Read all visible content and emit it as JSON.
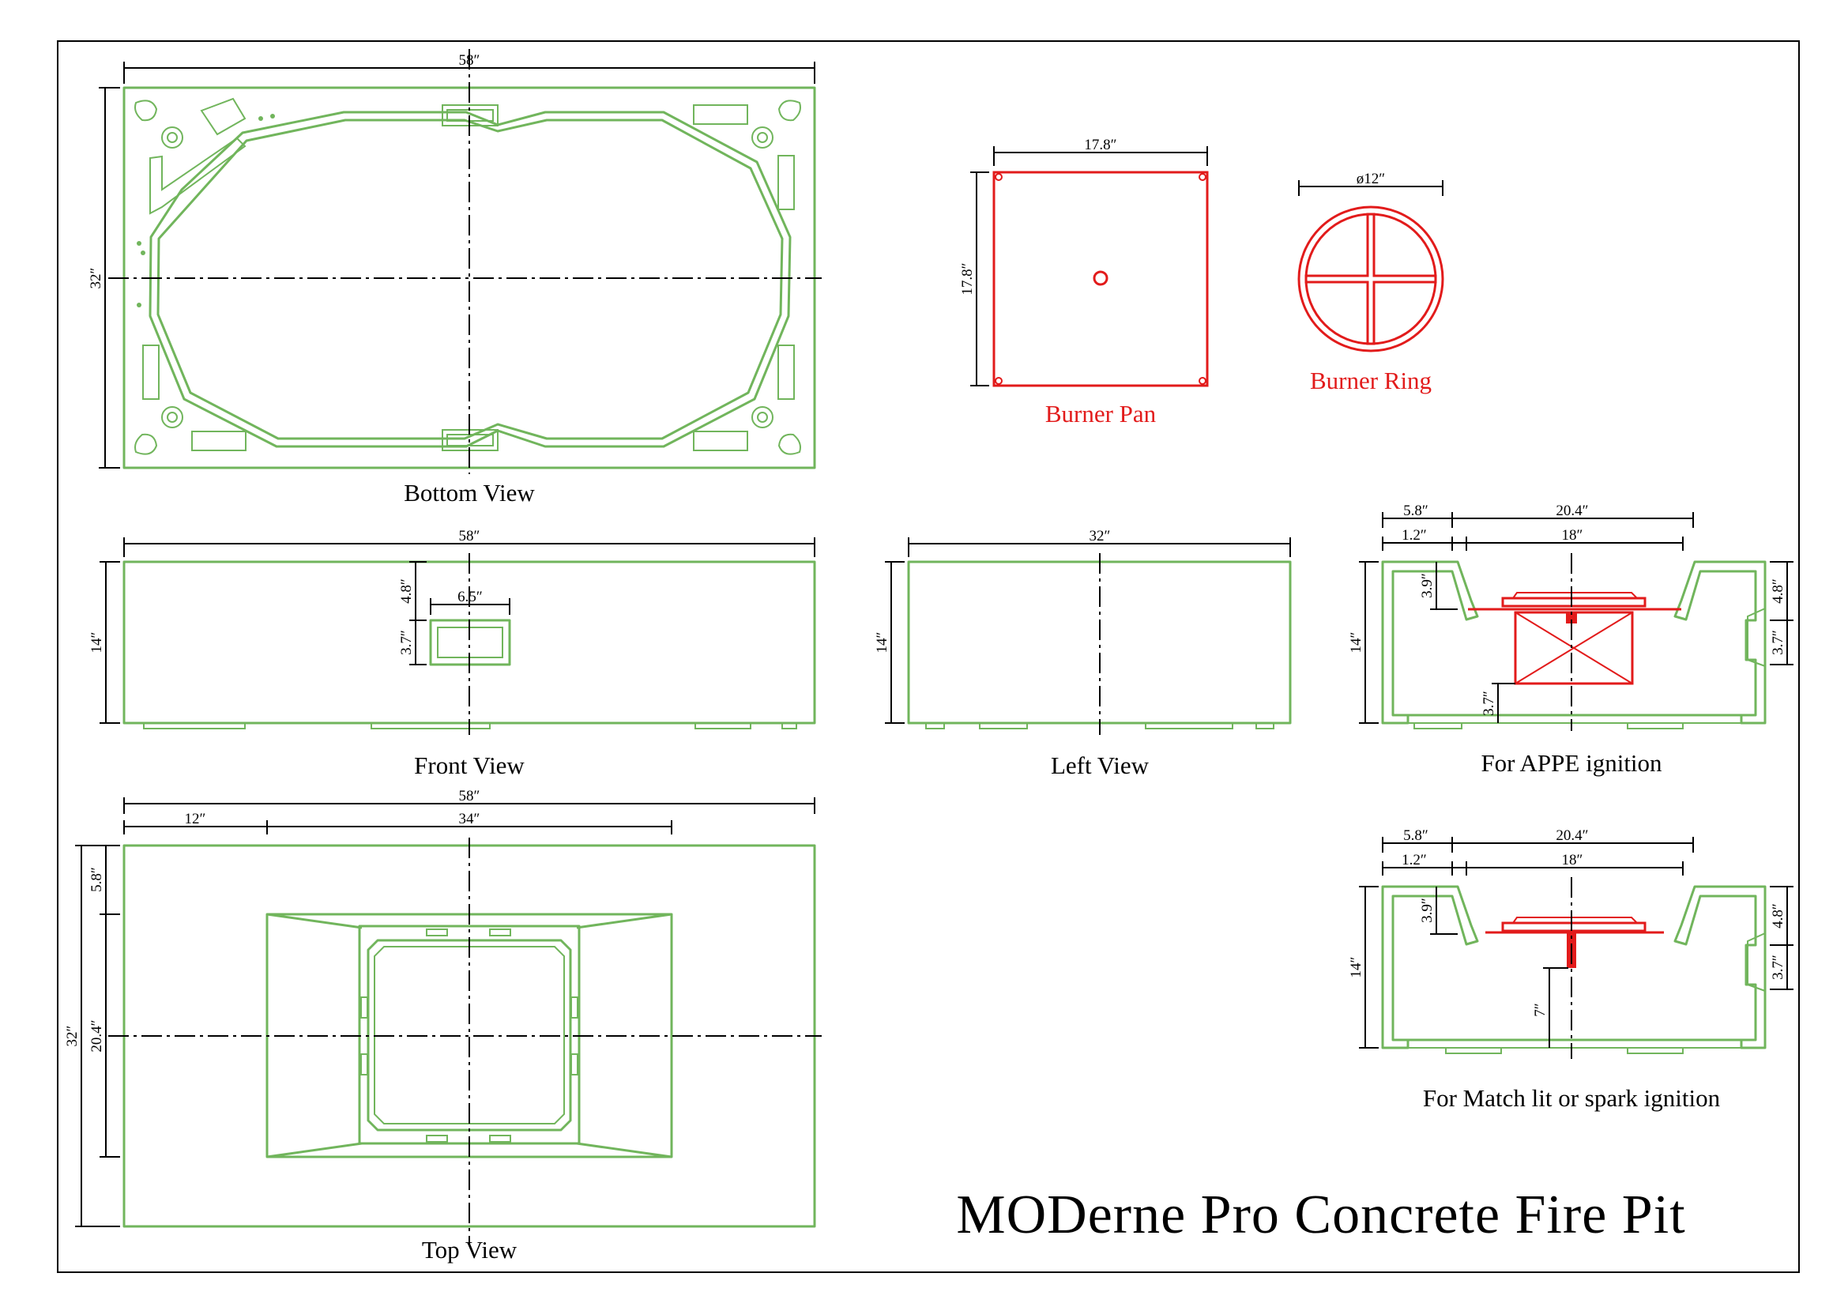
{
  "title": "MODerne Pro Concrete Fire Pit",
  "colors": {
    "outline": "#71b55c",
    "burner": "#e21b1b",
    "ink": "#000000"
  },
  "labels": {
    "bottom_view": "Bottom View",
    "front_view": "Front View",
    "left_view": "Left View",
    "top_view": "Top View",
    "burner_pan": "Burner Pan",
    "burner_ring": "Burner Ring",
    "appe_ignition": "For APPE ignition",
    "match_ignition": "For Match lit or spark ignition"
  },
  "dimensions": {
    "bottom": {
      "width": "58″",
      "height": "32″"
    },
    "front": {
      "width": "58″",
      "height": "14″",
      "opening_width": "6.5″",
      "opening_top": "4.8″",
      "opening_height": "3.7″"
    },
    "left": {
      "width": "32″",
      "height": "14″"
    },
    "top": {
      "width": "58″",
      "offset": "12″",
      "inner_width": "34″",
      "height": "32″",
      "inner_top": "5.8″",
      "inner_height": "20.4″"
    },
    "burner_pan": {
      "width": "17.8″",
      "height": "17.8″"
    },
    "burner_ring": {
      "diameter": "ø12″"
    },
    "appe": {
      "offset_outer": "5.8″",
      "span_outer": "20.4″",
      "offset_inner": "1.2″",
      "span_inner": "18″",
      "depth": "3.9″",
      "height": "14″",
      "bottom_gap": "3.7″",
      "right_top": "4.8″",
      "right_opening": "3.7″"
    },
    "match": {
      "offset_outer": "5.8″",
      "span_outer": "20.4″",
      "offset_inner": "1.2″",
      "span_inner": "18″",
      "depth": "3.9″",
      "height": "14″",
      "pipe_height": "7″",
      "right_top": "4.8″",
      "right_opening": "3.7″"
    }
  }
}
